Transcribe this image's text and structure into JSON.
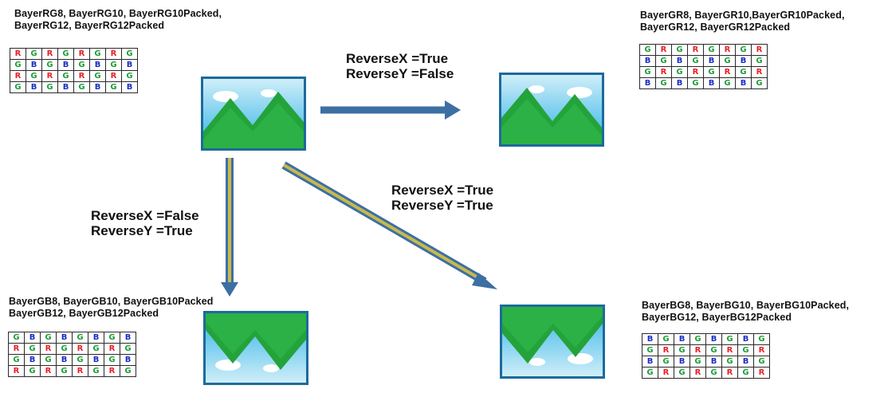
{
  "colors": {
    "R": "#e8202a",
    "G": "#1e9e3a",
    "B": "#1a2ec8",
    "arrow_body": "#3d6fa3",
    "arrow_stripe": "#c9b94c",
    "sky_top": "#cfeef9",
    "sky_bottom": "#2fb3e6",
    "mountain": "#23a33a",
    "frame": "#1d6a9c"
  },
  "icon": "landscape-image-icon",
  "nodes": {
    "top_left": {
      "format_lines": [
        "BayerRG8, BayerRG10, BayerRG10Packed,",
        "BayerRG12, BayerRG12Packed"
      ],
      "grid": [
        [
          "R",
          "G",
          "R",
          "G",
          "R",
          "G",
          "R",
          "G"
        ],
        [
          "G",
          "B",
          "G",
          "B",
          "G",
          "B",
          "G",
          "B"
        ],
        [
          "R",
          "G",
          "R",
          "G",
          "R",
          "G",
          "R",
          "G"
        ],
        [
          "G",
          "B",
          "G",
          "B",
          "G",
          "B",
          "G",
          "B"
        ]
      ],
      "image_orientation": "normal"
    },
    "top_right": {
      "format_lines": [
        "BayerGR8, BayerGR10,BayerGR10Packed,",
        "BayerGR12, BayerGR12Packed"
      ],
      "grid": [
        [
          "G",
          "R",
          "G",
          "R",
          "G",
          "R",
          "G",
          "R"
        ],
        [
          "B",
          "G",
          "B",
          "G",
          "B",
          "G",
          "B",
          "G"
        ],
        [
          "G",
          "R",
          "G",
          "R",
          "G",
          "R",
          "G",
          "R"
        ],
        [
          "B",
          "G",
          "B",
          "G",
          "B",
          "G",
          "B",
          "G"
        ]
      ],
      "image_orientation": "mirrored-horizontal"
    },
    "bottom_left": {
      "format_lines": [
        "BayerGB8, BayerGB10, BayerGB10Packed",
        "BayerGB12, BayerGB12Packed"
      ],
      "grid": [
        [
          "G",
          "B",
          "G",
          "B",
          "G",
          "B",
          "G",
          "B"
        ],
        [
          "R",
          "G",
          "R",
          "G",
          "R",
          "G",
          "R",
          "G"
        ],
        [
          "G",
          "B",
          "G",
          "B",
          "G",
          "B",
          "G",
          "B"
        ],
        [
          "R",
          "G",
          "R",
          "G",
          "R",
          "G",
          "R",
          "G"
        ]
      ],
      "image_orientation": "flipped-vertical"
    },
    "bottom_right": {
      "format_lines": [
        "BayerBG8, BayerBG10, BayerBG10Packed,",
        "BayerBG12, BayerBG12Packed"
      ],
      "grid": [
        [
          "B",
          "G",
          "B",
          "G",
          "B",
          "G",
          "B",
          "G"
        ],
        [
          "G",
          "R",
          "G",
          "R",
          "G",
          "R",
          "G",
          "R"
        ],
        [
          "B",
          "G",
          "B",
          "G",
          "B",
          "G",
          "B",
          "G"
        ],
        [
          "G",
          "R",
          "G",
          "R",
          "G",
          "R",
          "G",
          "R"
        ]
      ],
      "image_orientation": "rotated-180"
    }
  },
  "edges": {
    "to_right": {
      "lines": [
        "ReverseX =True",
        "ReverseY =False"
      ]
    },
    "to_bottom": {
      "lines": [
        "ReverseX =False",
        "ReverseY =True"
      ]
    },
    "to_diagonal": {
      "lines": [
        "ReverseX =True",
        "ReverseY =True"
      ]
    }
  }
}
